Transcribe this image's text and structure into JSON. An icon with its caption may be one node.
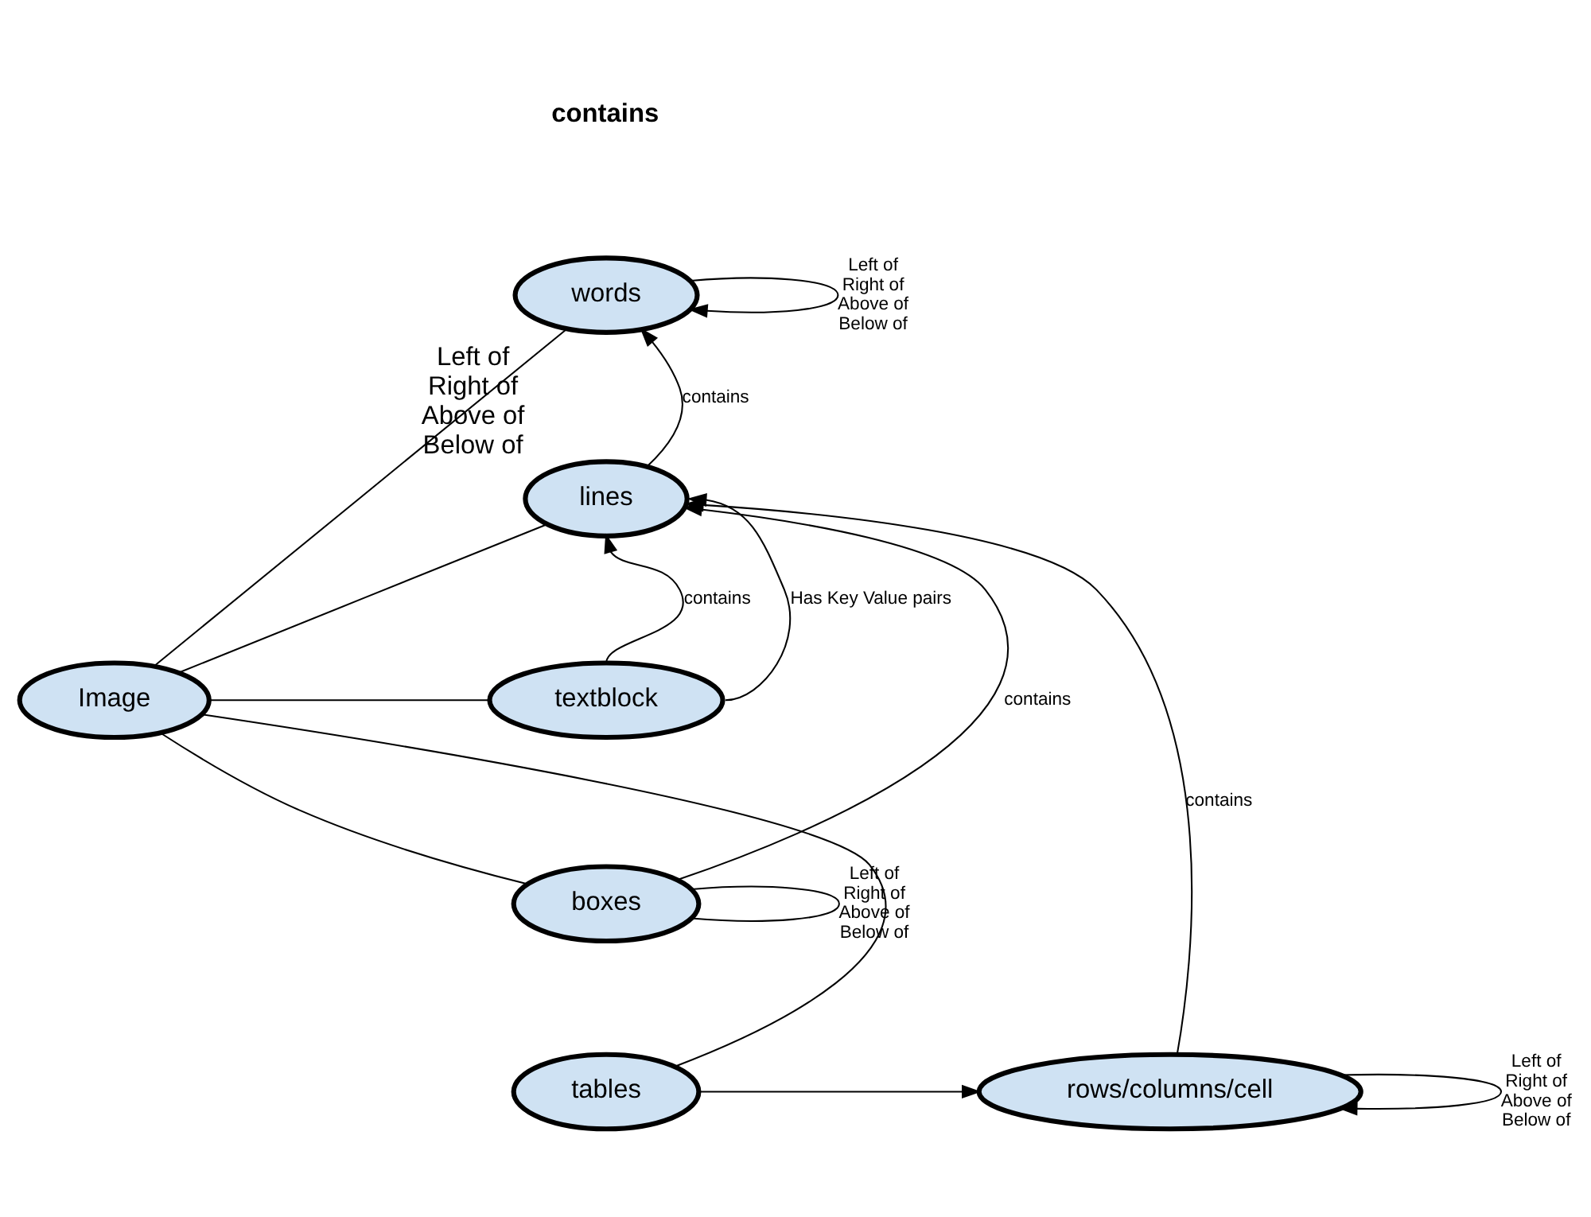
{
  "diagram": {
    "nodes": [
      {
        "text": [
          "Image"
        ]
      },
      {
        "text": [
          "words"
        ]
      },
      {
        "text": [
          "lines"
        ],
        "beside": [
          "Left of Right of Above of Below of"
        ]
      },
      {
        "text": [
          "textblock"
        ]
      },
      {
        "text": [
          "boxes"
        ]
      },
      {
        "text": [
          "tables"
        ]
      },
      {
        "text": [
          "rows/columns/cell"
        ]
      }
    ],
    "edges": [
      {
        "from": 0,
        "to": 1,
        "arrow": "none"
      },
      {
        "from": 0,
        "to": 2,
        "arrow": "none"
      },
      {
        "from": 0,
        "to": 3,
        "arrow": "none"
      },
      {
        "from": 0,
        "to": 4,
        "arrow": "none"
      },
      {
        "from": 0,
        "to": 5,
        "arrow": "none"
      },
      {
        "from": 1,
        "to": 1,
        "arrow": "to",
        "label": "Left of Right of Above of Below of"
      },
      {
        "from": 2,
        "to": 1,
        "arrow": "to",
        "label": "contains"
      },
      {
        "from": 3,
        "to": 2,
        "arrow": "to",
        "label": "contains"
      },
      {
        "from": 3,
        "to": 2,
        "arrow": "to",
        "label": "Has Key Value pairs"
      },
      {
        "from": 4,
        "to": 2,
        "arrow": "to",
        "label": "contains"
      },
      {
        "from": 4,
        "to": 4,
        "arrow": "none",
        "label": "Left of Right of Above of Below of"
      },
      {
        "from": 5,
        "to": 6,
        "arrow": "to"
      },
      {
        "from": 6,
        "to": 2,
        "arrow": "to",
        "label": "contains"
      },
      {
        "from": 6,
        "to": 6,
        "arrow": "to",
        "label": "Left of Right of Above of Below of"
      }
    ],
    "labels": [
      "contains"
    ]
  }
}
